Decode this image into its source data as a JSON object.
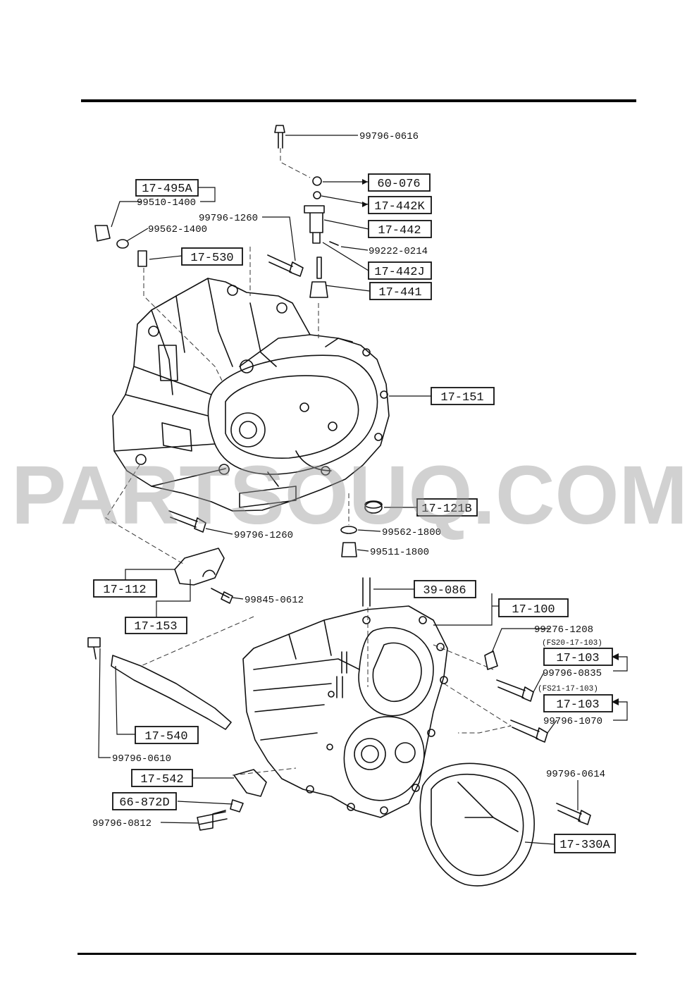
{
  "watermark": "PARTSOUQ.COM",
  "boxed_labels": [
    {
      "id": "b1",
      "text": "17-495A"
    },
    {
      "id": "b2",
      "text": "60-076"
    },
    {
      "id": "b3",
      "text": "17-442K"
    },
    {
      "id": "b4",
      "text": "17-442"
    },
    {
      "id": "b5",
      "text": "17-530"
    },
    {
      "id": "b6",
      "text": "17-442J"
    },
    {
      "id": "b7",
      "text": "17-441"
    },
    {
      "id": "b8",
      "text": "17-151"
    },
    {
      "id": "b9",
      "text": "17-121B"
    },
    {
      "id": "b10",
      "text": "17-112"
    },
    {
      "id": "b11",
      "text": "17-153"
    },
    {
      "id": "b12",
      "text": "39-086"
    },
    {
      "id": "b13",
      "text": "17-100"
    },
    {
      "id": "b14",
      "text": "17-103"
    },
    {
      "id": "b15",
      "text": "17-103"
    },
    {
      "id": "b16",
      "text": "17-540"
    },
    {
      "id": "b17",
      "text": "17-542"
    },
    {
      "id": "b18",
      "text": "66-872D"
    },
    {
      "id": "b19",
      "text": "17-330A"
    }
  ],
  "part_numbers": [
    {
      "id": "p1",
      "text": "99796-0616"
    },
    {
      "id": "p2",
      "text": "99510-1400"
    },
    {
      "id": "p3",
      "text": "99796-1260"
    },
    {
      "id": "p4",
      "text": "99562-1400"
    },
    {
      "id": "p5",
      "text": "99222-0214"
    },
    {
      "id": "p6",
      "text": "99796-1260"
    },
    {
      "id": "p7",
      "text": "99562-1800"
    },
    {
      "id": "p8",
      "text": "99511-1800"
    },
    {
      "id": "p9",
      "text": "99845-0612"
    },
    {
      "id": "p10",
      "text": "99276-1208"
    },
    {
      "id": "p11",
      "text": "99796-0835"
    },
    {
      "id": "p12",
      "text": "99796-1070"
    },
    {
      "id": "p13",
      "text": "99796-0610"
    },
    {
      "id": "p14",
      "text": "99796-0614"
    },
    {
      "id": "p15",
      "text": "99796-0812"
    }
  ],
  "notes": [
    {
      "id": "n1",
      "text": "(FS20-17-103)"
    },
    {
      "id": "n2",
      "text": "(FS21-17-103)"
    }
  ]
}
